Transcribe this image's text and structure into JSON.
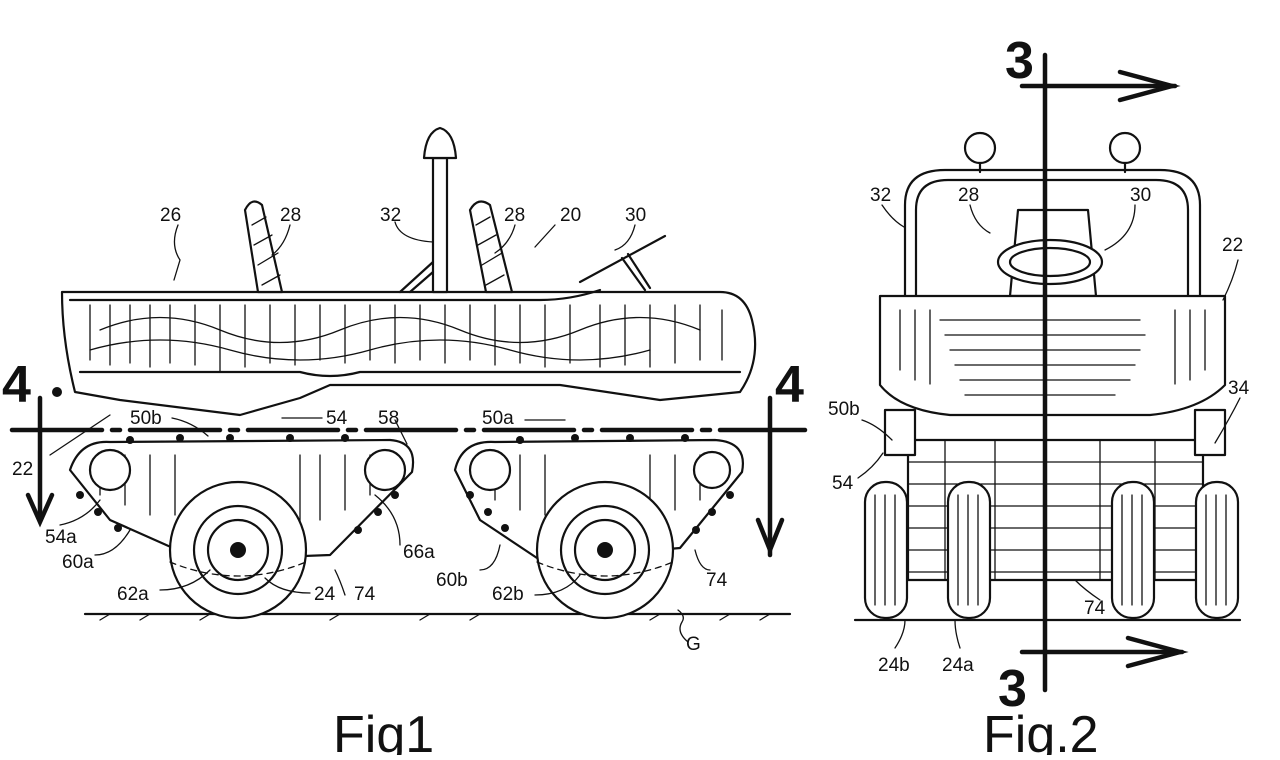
{
  "figure_1": {
    "caption": "Fig1",
    "section_labels": {
      "left": "4",
      "right": "4"
    },
    "references": {
      "r26": "26",
      "r28a": "28",
      "r32": "32",
      "r28b": "28",
      "r20": "20",
      "r30": "30",
      "r22": "22",
      "r50b": "50b",
      "r54": "54",
      "r58": "58",
      "r50a": "50a",
      "r54a": "54a",
      "r60a": "60a",
      "r66a": "66a",
      "r60b": "60b",
      "r74a": "74",
      "r62a": "62a",
      "r24": "24",
      "r74b": "74",
      "r62b": "62b",
      "rG": "G"
    }
  },
  "figure_2": {
    "caption": "Fig.2",
    "section_labels": {
      "top": "3",
      "bottom": "3"
    },
    "references": {
      "r32": "32",
      "r28": "28",
      "r30": "30",
      "r22": "22",
      "r50b": "50b",
      "r34": "34",
      "r54": "54",
      "r74": "74",
      "r24b": "24b",
      "r24a": "24a"
    }
  }
}
